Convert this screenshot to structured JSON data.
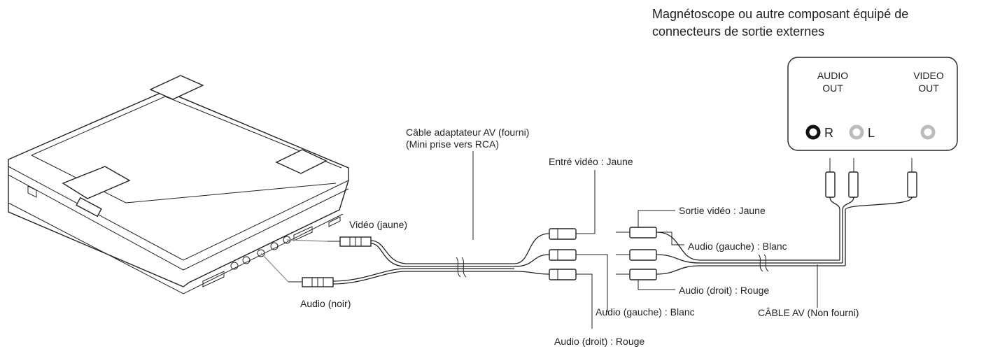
{
  "header": {
    "line1": "Magnétoscope ou autre composant équipé de",
    "line2": "connecteurs de sortie externes"
  },
  "panel": {
    "audio_out": [
      "AUDIO",
      "OUT"
    ],
    "video_out": [
      "VIDEO",
      "OUT"
    ],
    "jack_r": "R",
    "jack_l": "L"
  },
  "cable_adapter": {
    "line1": "Câble adaptateur AV (fourni)",
    "line2": "(Mini prise vers RCA)"
  },
  "labels": {
    "video_yellow": "Vidéo (jaune)",
    "audio_black": "Audio (noir)",
    "entre_video": "Entré vidéo : Jaune",
    "audio_gauche_left": "Audio (gauche) : Blanc",
    "audio_droit_left": "Audio (droit) : Rouge",
    "sortie_video": "Sortie vidéo : Jaune",
    "audio_gauche_right": "Audio (gauche) : Blanc",
    "audio_droit_right": "Audio (droit) : Rouge",
    "cable_av": "CÂBLE AV (Non fourni)"
  }
}
